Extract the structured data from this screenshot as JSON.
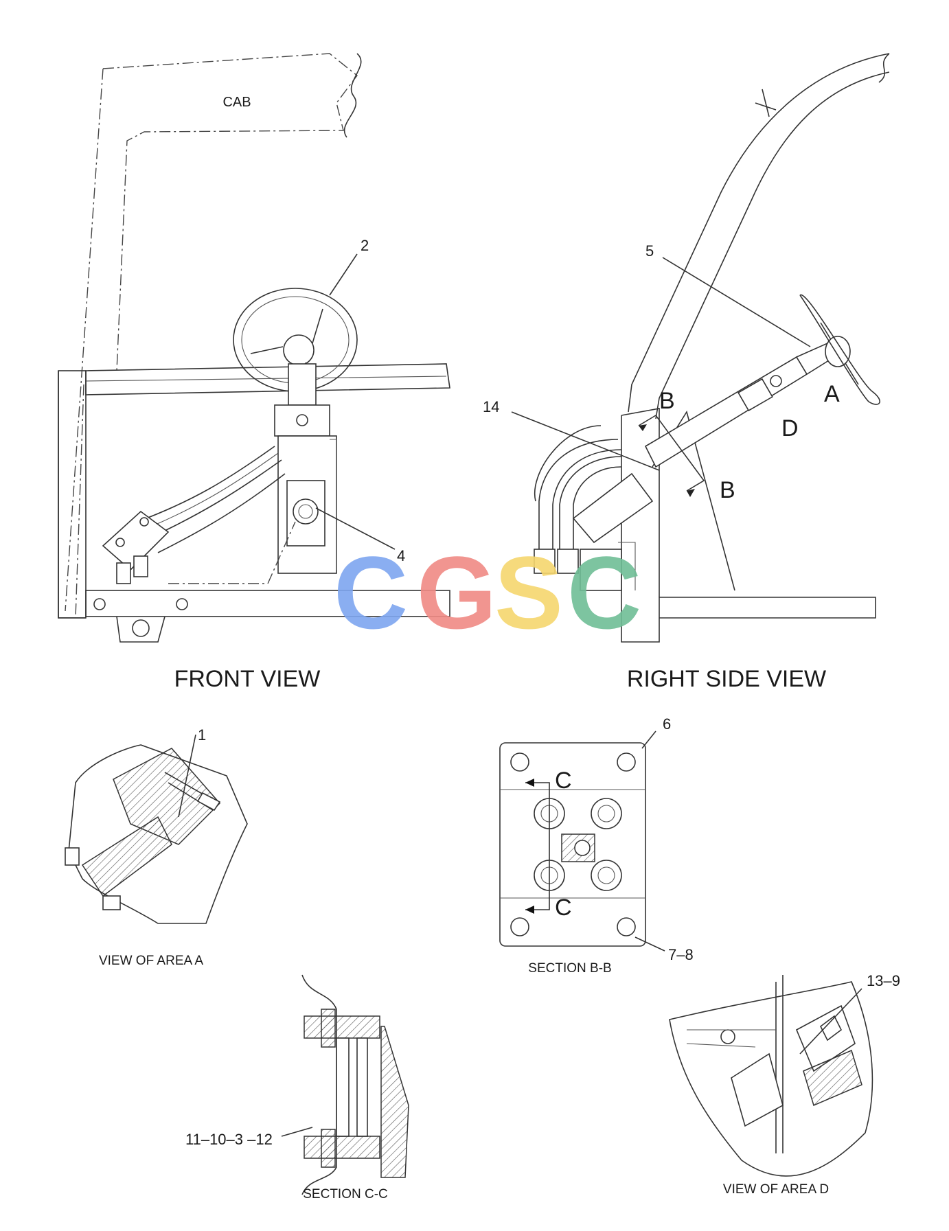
{
  "labels": {
    "cab": "CAB",
    "front_view": "FRONT VIEW",
    "right_side_view": "RIGHT SIDE VIEW",
    "view_area_a": "VIEW OF AREA  A",
    "section_bb": "SECTION B-B",
    "section_cc": "SECTION C-C",
    "view_area_d": "VIEW OF AREA D"
  },
  "callouts": {
    "c2": "2",
    "c4": "4",
    "c5": "5",
    "c14": "14",
    "c1": "1",
    "c6": "6",
    "c78": "7–8",
    "c139": "13–9",
    "c1110": "11–10–3 –12"
  },
  "view_markers": {
    "a": "A",
    "b_top": "B",
    "b_bottom": "B",
    "d": "D",
    "c_top": "C",
    "c_bottom": "C"
  },
  "watermark": {
    "letters": [
      "C",
      "G",
      "S",
      "C"
    ],
    "colors": [
      "#7ea6f0",
      "#f08a84",
      "#f6d66e",
      "#6fbe96"
    ]
  }
}
